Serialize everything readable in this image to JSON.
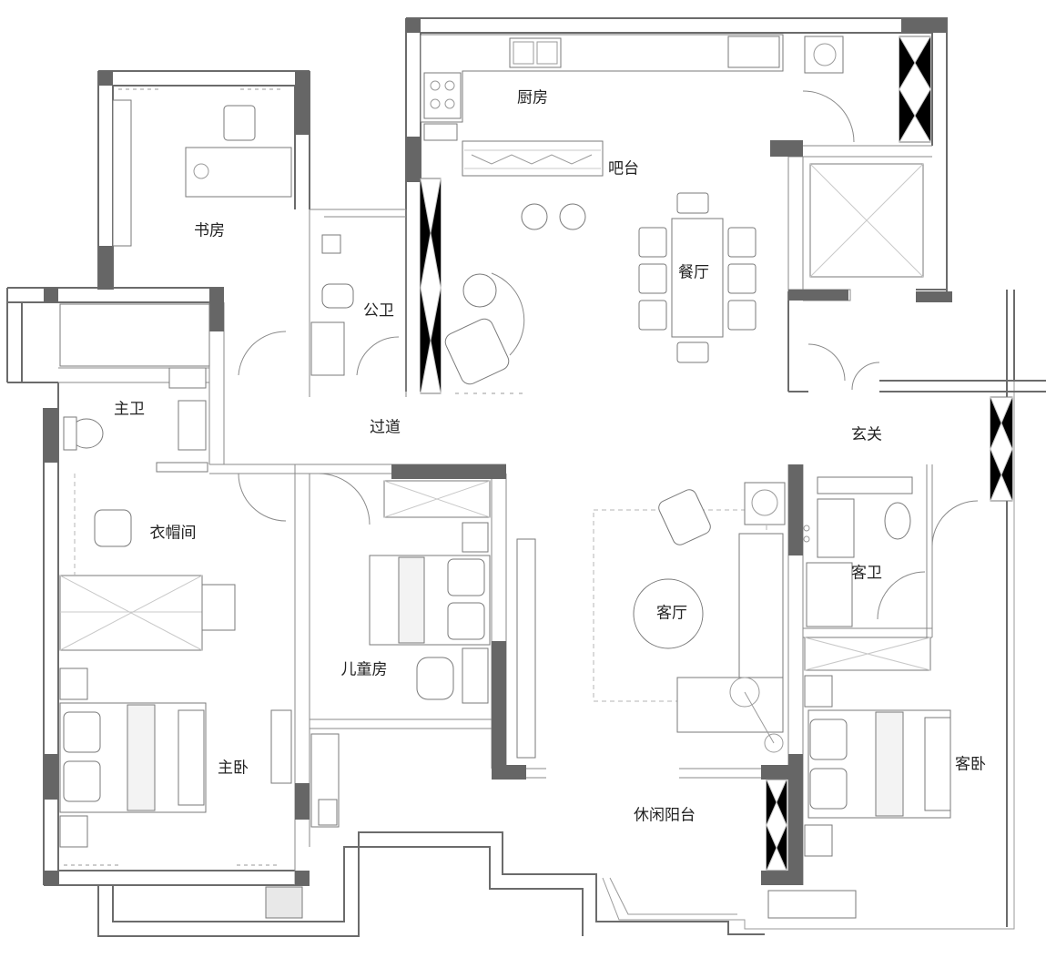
{
  "rooms": {
    "study": "书房",
    "kitchen": "厨房",
    "bar": "吧台",
    "dining": "餐厅",
    "public_bath": "公卫",
    "master_bath": "主卫",
    "corridor": "过道",
    "foyer": "玄关",
    "cloakroom": "衣帽间",
    "kids_room": "儿童房",
    "living_room": "客厅",
    "guest_bath": "客卫",
    "master_bedroom": "主卧",
    "leisure_balcony": "休闲阳台",
    "guest_bedroom": "客卧"
  },
  "colors": {
    "wall": "#6b6b6b",
    "column": "#666666",
    "text": "#222222"
  }
}
